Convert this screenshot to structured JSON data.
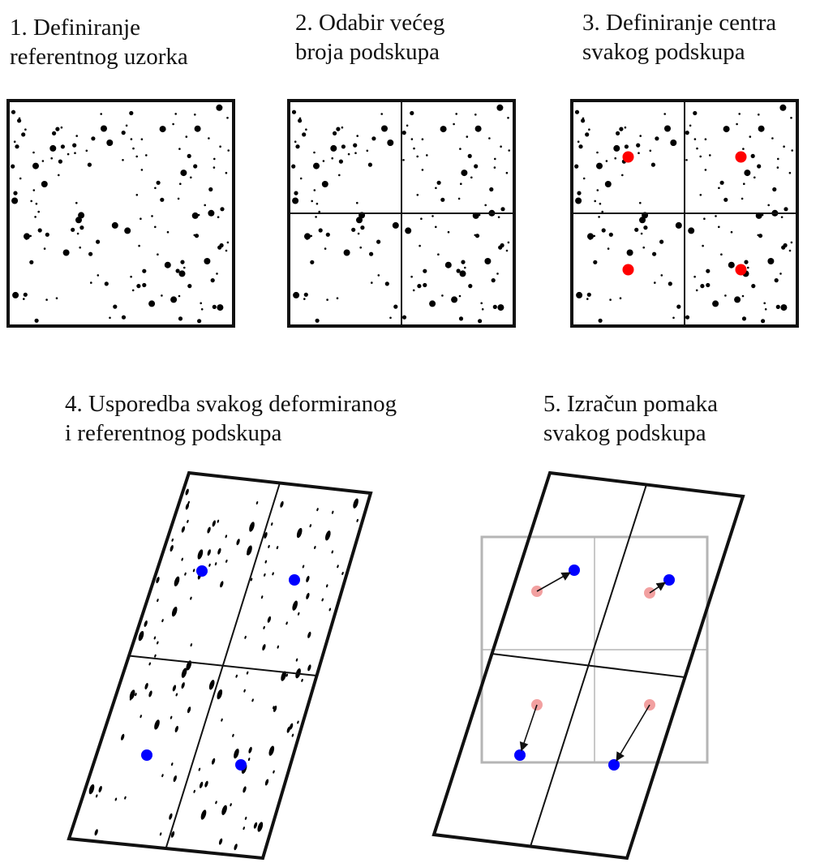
{
  "steps": [
    {
      "id": 1,
      "lines": [
        "1. Definiranje",
        "referentnog uzorka"
      ]
    },
    {
      "id": 2,
      "lines": [
        "2. Odabir većeg",
        "broja podskupa"
      ]
    },
    {
      "id": 3,
      "lines": [
        "3. Definiranje centra",
        "svakog podskupa"
      ]
    },
    {
      "id": 4,
      "lines": [
        "4. Usporedba svakog deformiranog",
        "i referentnog podskupa"
      ]
    },
    {
      "id": 5,
      "lines": [
        "5. Izračun pomaka",
        "svakog podskupa"
      ]
    }
  ],
  "colors": {
    "frame": "#111111",
    "speckle": "#000000",
    "center": "#ff0000",
    "deformed_center": "#0000ff",
    "original_center": "#f2a0a0",
    "reference_grid": "#b5b5b5",
    "displacement_arrow": "#111111"
  },
  "panels": {
    "panel1": {
      "name": "reference-sample",
      "subsets": "1x1"
    },
    "panel2": {
      "name": "subset-grid",
      "subsets": "2x2"
    },
    "panel3": {
      "name": "subset-centers",
      "subsets": "2x2"
    },
    "panel4": {
      "name": "deformed-subsets",
      "subsets": "2x2"
    },
    "panel5": {
      "name": "subset-displacements",
      "subsets": "2x2"
    }
  }
}
